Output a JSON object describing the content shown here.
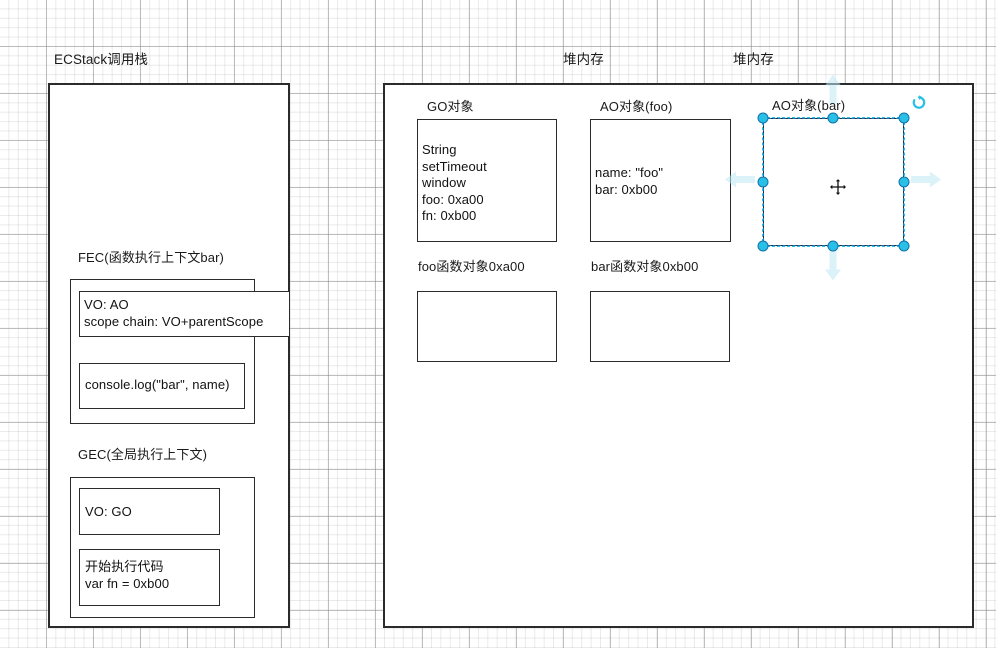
{
  "canvas": {
    "grid_minor_color": "#e4e4e4",
    "grid_major_color": "#c9c9c9",
    "background": "#ffffff"
  },
  "left_panel": {
    "title": "ECStack调用栈",
    "fec": {
      "title": "FEC(函数执行上下文bar)",
      "vo_box": "VO: AO\nscope chain: VO+parentScope",
      "code_box": "console.log(\"bar\", name)"
    },
    "gec": {
      "title": "GEC(全局执行上下文)",
      "vo_box": "VO: GO",
      "code_box": "开始执行代码\nvar fn = 0xb00"
    }
  },
  "right_panel": {
    "heap_label_left": "堆内存",
    "heap_label_right": "堆内存",
    "go": {
      "title": "GO对象",
      "body": "String\nsetTimeout\nwindow\nfoo: 0xa00\nfn: 0xb00"
    },
    "ao_foo": {
      "title": "AO对象(foo)",
      "body": "name: \"foo\"\nbar: 0xb00"
    },
    "ao_bar": {
      "title": "AO对象(bar)",
      "body": ""
    },
    "foo_fn": {
      "title": "foo函数对象0xa00",
      "body": ""
    },
    "bar_fn": {
      "title": "bar函数对象0xb00",
      "body": ""
    }
  },
  "selection": {
    "target": "AO对象(bar)",
    "handle_color": "#29c0e8",
    "handle_border_color": "#1273a8",
    "outline_color": "#1a6fb5",
    "arrow_color": "#bfe9f5",
    "rotate_icon": "rotate-icon",
    "move_icon": "move-cursor-icon",
    "handles": [
      "nw",
      "n",
      "ne",
      "w",
      "e",
      "sw",
      "s",
      "se"
    ],
    "direction_arrows": [
      "up",
      "right",
      "down",
      "left"
    ]
  }
}
